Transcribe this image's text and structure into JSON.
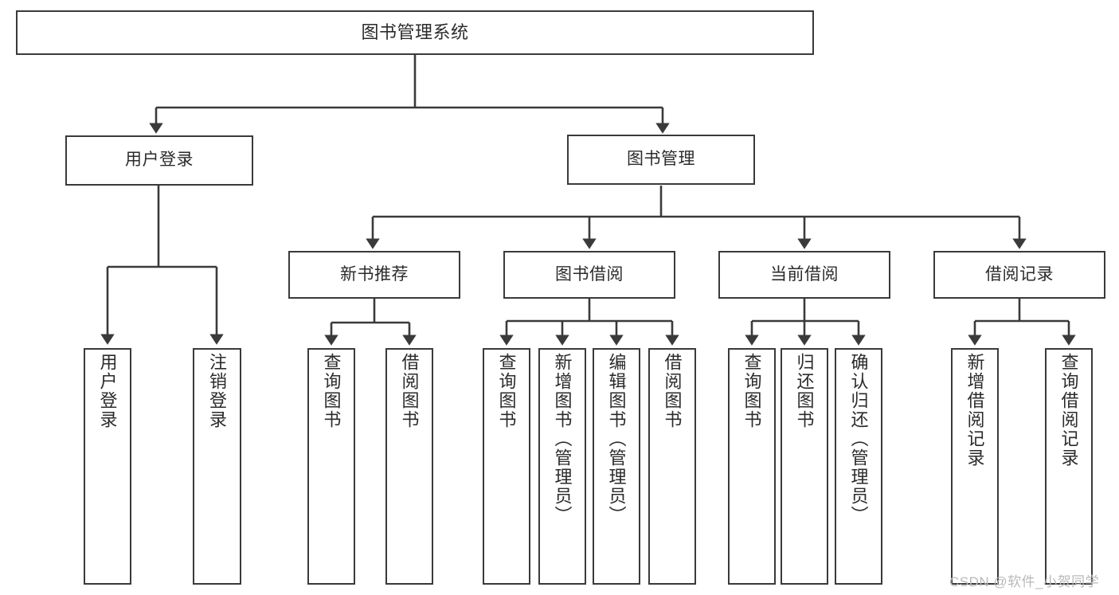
{
  "diagram": {
    "title": "图书管理系统",
    "type": "functional-structure-tree",
    "colors": {
      "background": "#ffffff",
      "border": "#3a3a3a",
      "text": "#2b2b2b",
      "edge": "#3a3a3a",
      "watermark": "#b9b9b9"
    },
    "root": {
      "label": "图书管理系统"
    },
    "level1": [
      {
        "label": "用户登录"
      },
      {
        "label": "图书管理"
      }
    ],
    "level2": [
      {
        "label": "新书推荐"
      },
      {
        "label": "图书借阅"
      },
      {
        "label": "当前借阅"
      },
      {
        "label": "借阅记录"
      }
    ],
    "leaves": {
      "user_login": [
        {
          "label": "用户登录"
        },
        {
          "label": "注销登录"
        }
      ],
      "new_book_recommend": [
        {
          "label": "查询图书"
        },
        {
          "label": "借阅图书"
        }
      ],
      "book_borrow": [
        {
          "label": "查询图书"
        },
        {
          "label": "新增图书（管理员）"
        },
        {
          "label": "编辑图书（管理员）"
        },
        {
          "label": "借阅图书"
        }
      ],
      "current_borrow": [
        {
          "label": "查询图书"
        },
        {
          "label": "归还图书"
        },
        {
          "label": "确认归还（管理员）"
        }
      ],
      "borrow_record": [
        {
          "label": "新增借阅记录"
        },
        {
          "label": "查询借阅记录"
        }
      ]
    },
    "watermark": "CSDN @软件_小贺同学"
  }
}
